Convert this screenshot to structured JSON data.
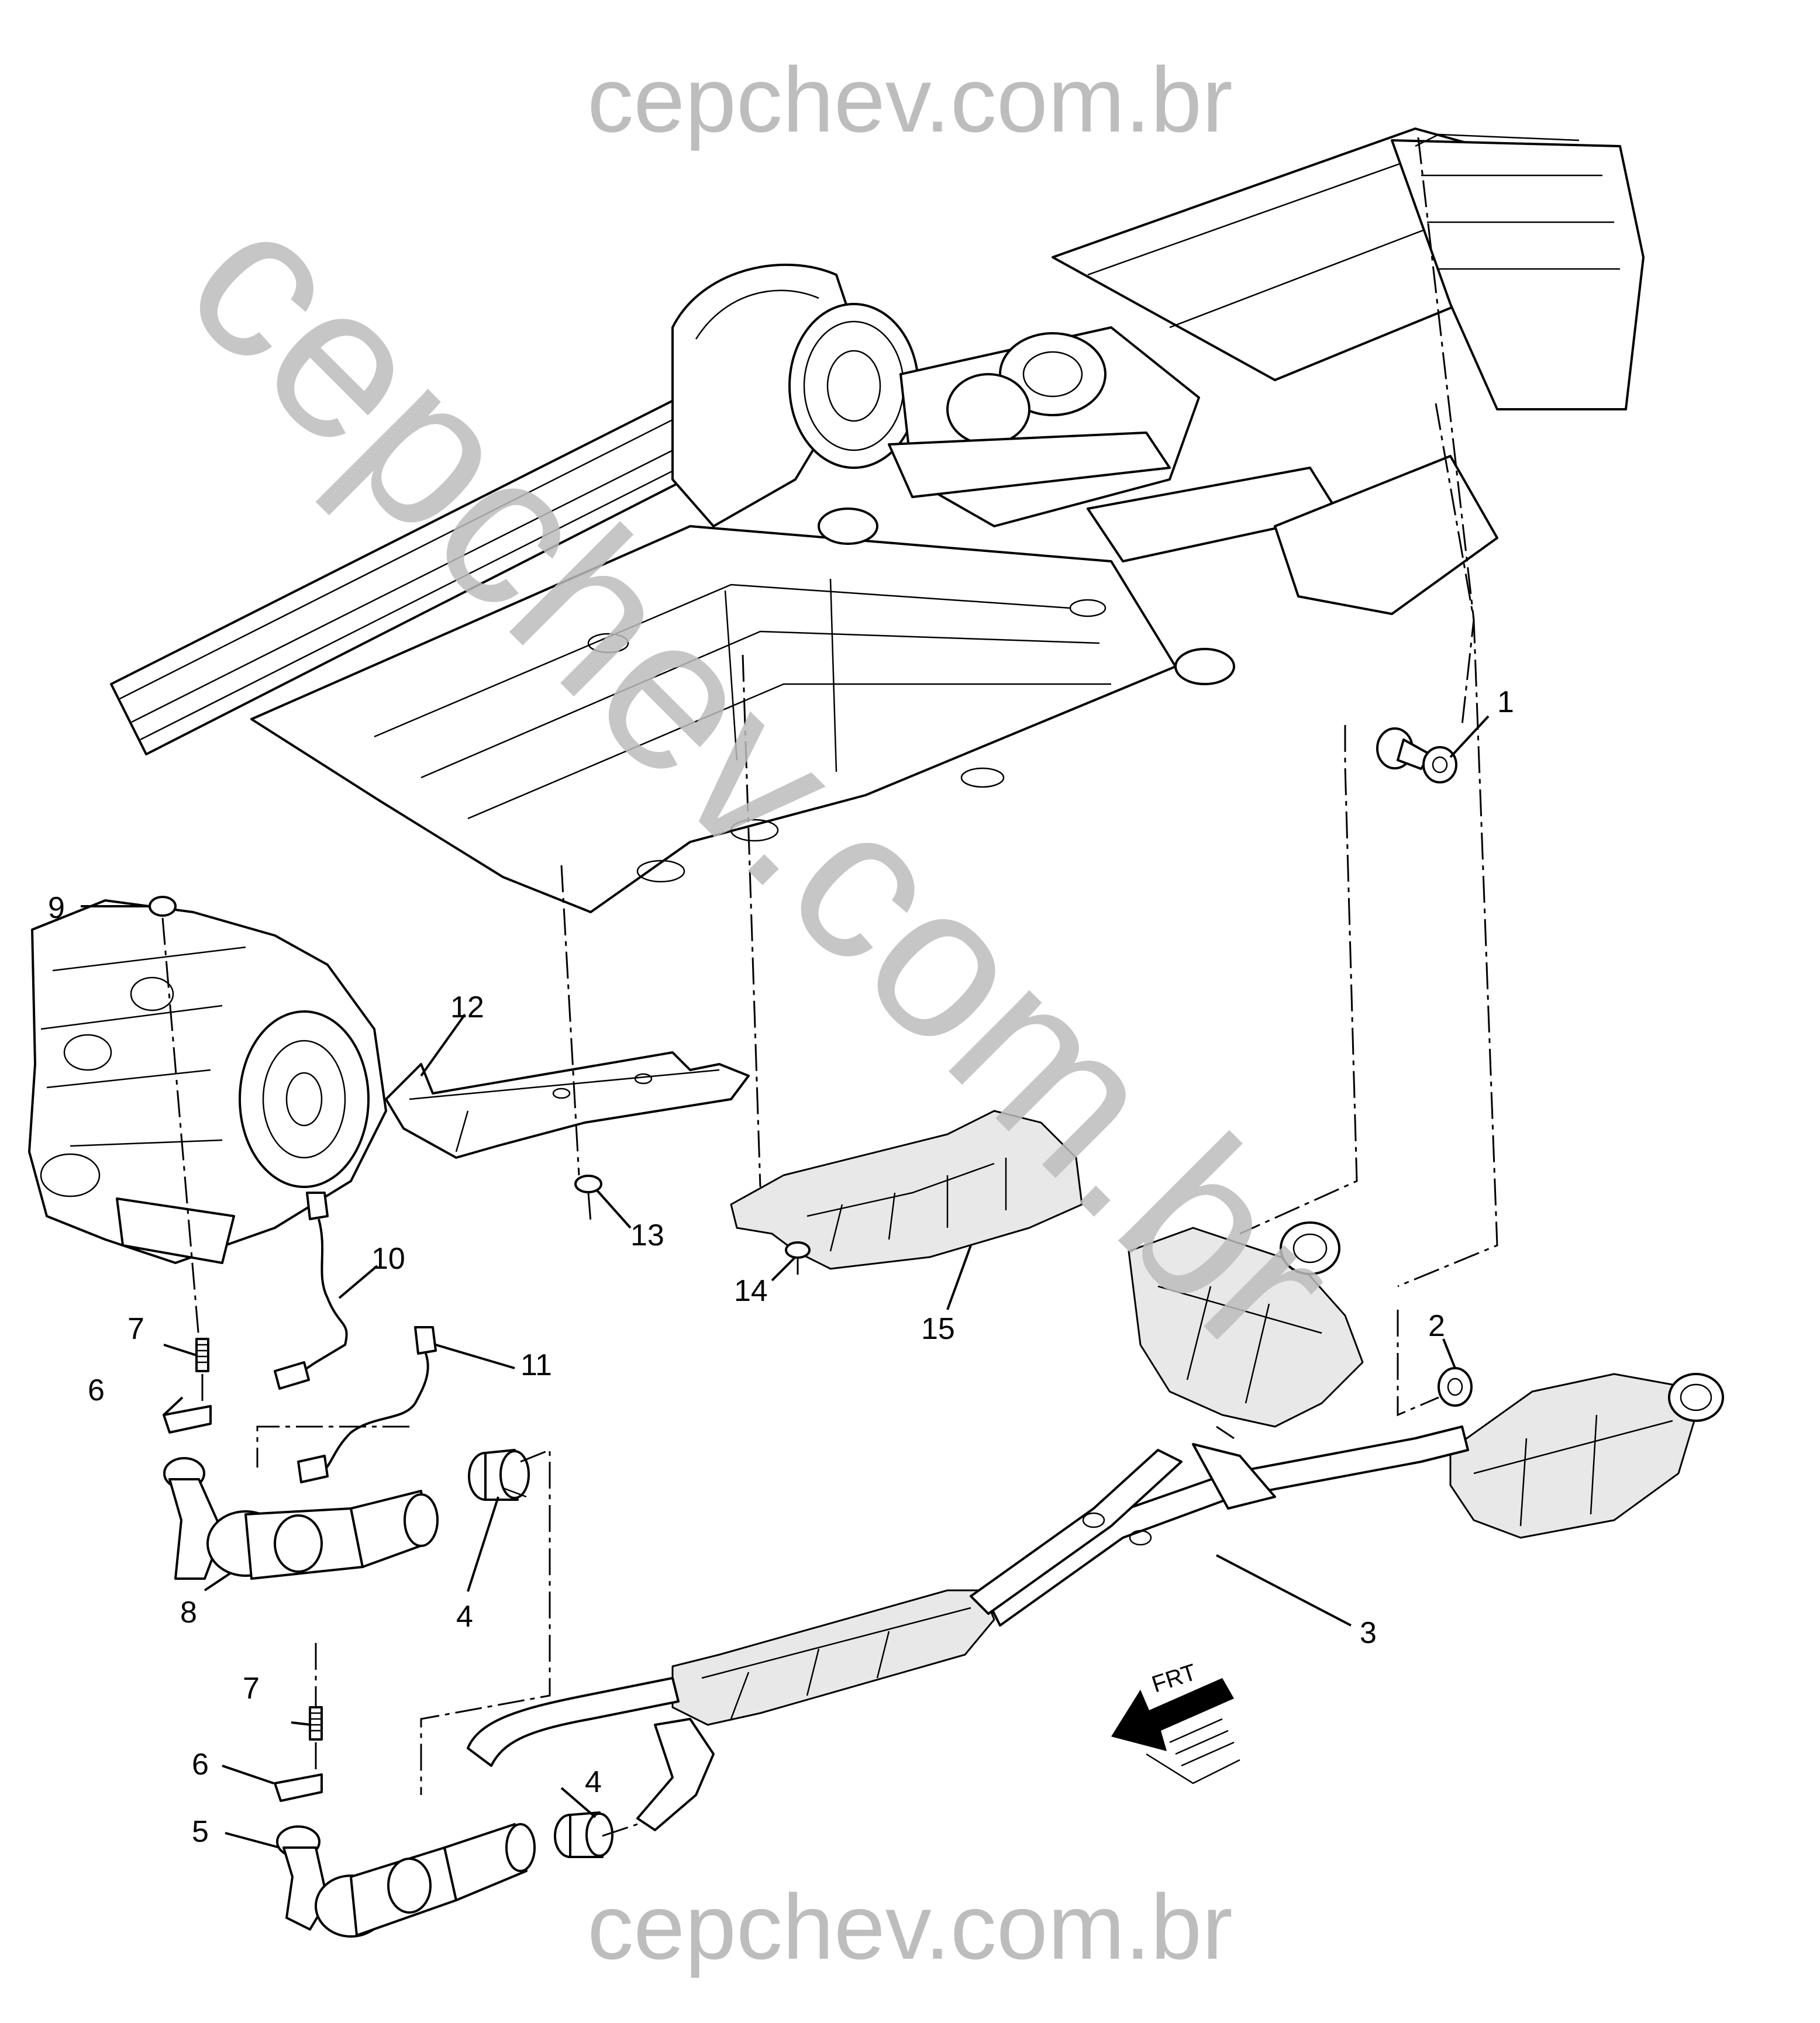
{
  "watermark": {
    "top": "cepchev.com.br",
    "bottom": "cepchev.com.br",
    "diagonal": "cepchev.com.br",
    "color": "#bdbdbd"
  },
  "callouts": {
    "c1": "1",
    "c2": "2",
    "c3": "3",
    "c4a": "4",
    "c4b": "4",
    "c5": "5",
    "c6a": "6",
    "c6b": "6",
    "c7a": "7",
    "c7b": "7",
    "c8": "8",
    "c9": "9",
    "c10": "10",
    "c11": "11",
    "c12": "12",
    "c13": "13",
    "c14": "14",
    "c15": "15"
  },
  "front_indicator": {
    "text": "FRT",
    "icon": "front-arrow-icon"
  }
}
